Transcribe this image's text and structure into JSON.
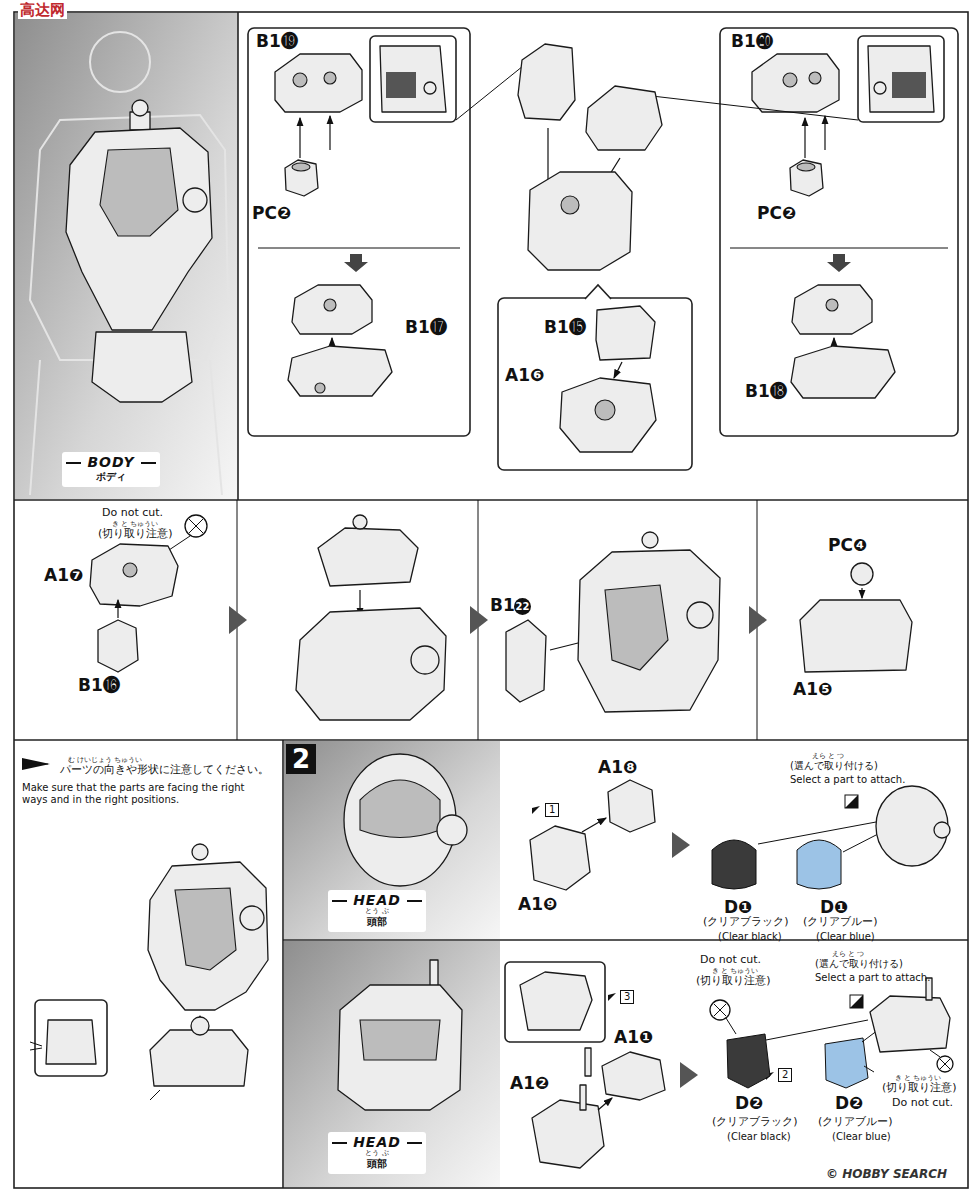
{
  "diagram": {
    "nodes": [
      {
        "text": [
          "BODY",
          "ボディ"
        ]
      },
      {
        "text": [
          "2"
        ]
      },
      {
        "text": [
          "HEAD",
          "とう ぶ",
          "頭部"
        ]
      },
      {
        "text": [
          "HEAD",
          "とう ぶ",
          "頭部"
        ]
      }
    ],
    "labels": [
      "高达网",
      "B1⓳",
      "PC❷",
      "B1⓱",
      "B1⓯",
      "A1❻",
      "B1⓴",
      "PC❷",
      "B1⓲",
      "Do not cut.",
      "き と ちゅうい",
      "(切り取り注意)",
      "A1❼",
      "B1⓰",
      "B1",
      "22",
      "PC❹",
      "A1❺",
      "む けいじょう ちゅうい",
      "パーツの向きや形状に注意してください。",
      "Make sure that the parts are facing the right ways and in the right positions.",
      "A1❽",
      "1",
      "A1❾",
      "えら と つ",
      "(選んで取り付ける)",
      "Select a part to attach.",
      "D❶",
      "(クリアブラック)",
      "(Clear black)",
      "D❶",
      "(クリアブルー)",
      "(Clear blue)",
      "3",
      "A1❶",
      "A1❷",
      "Do not cut.",
      "き と ちゅうい",
      "(切り取り注意)",
      "えら と つ",
      "(選んで取り付ける)",
      "Select a part to attach.",
      "2",
      "D❷",
      "(クリアブラック)",
      "(Clear black)",
      "D❷",
      "(クリアブルー)",
      "(Clear blue)",
      "き と ちゅうい",
      "(切り取り注意)",
      "Do not cut.",
      "© HOBBY SEARCH"
    ]
  }
}
